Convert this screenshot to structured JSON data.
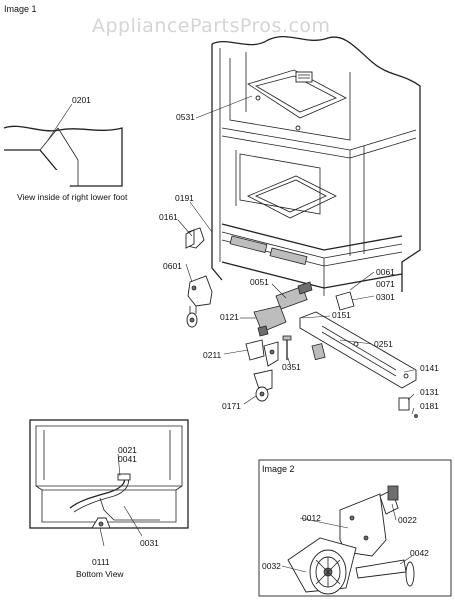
{
  "watermark": "AppliancePartsPros.com",
  "image1_title": "Image 1",
  "image2_title": "Image 2",
  "captions": {
    "foot_view": "View inside of right lower foot",
    "bottom_view": "Bottom View"
  },
  "part_labels": {
    "p0201": "0201",
    "p0531": "0531",
    "p0191": "0191",
    "p0161": "0161",
    "p0601": "0601",
    "p0051": "0051",
    "p0061": "0061",
    "p0071": "0071",
    "p0301": "0301",
    "p0121": "0121",
    "p0151": "0151",
    "p0251": "0251",
    "p0211": "0211",
    "p0351": "0351",
    "p0141": "0141",
    "p0131": "0131",
    "p0181": "0181",
    "p0171": "0171",
    "p0021": "0021",
    "p0041": "0041",
    "p0031": "0031",
    "p0111": "0111",
    "p0012": "0012",
    "p0022": "0022",
    "p0042": "0042",
    "p0032": "0032"
  }
}
